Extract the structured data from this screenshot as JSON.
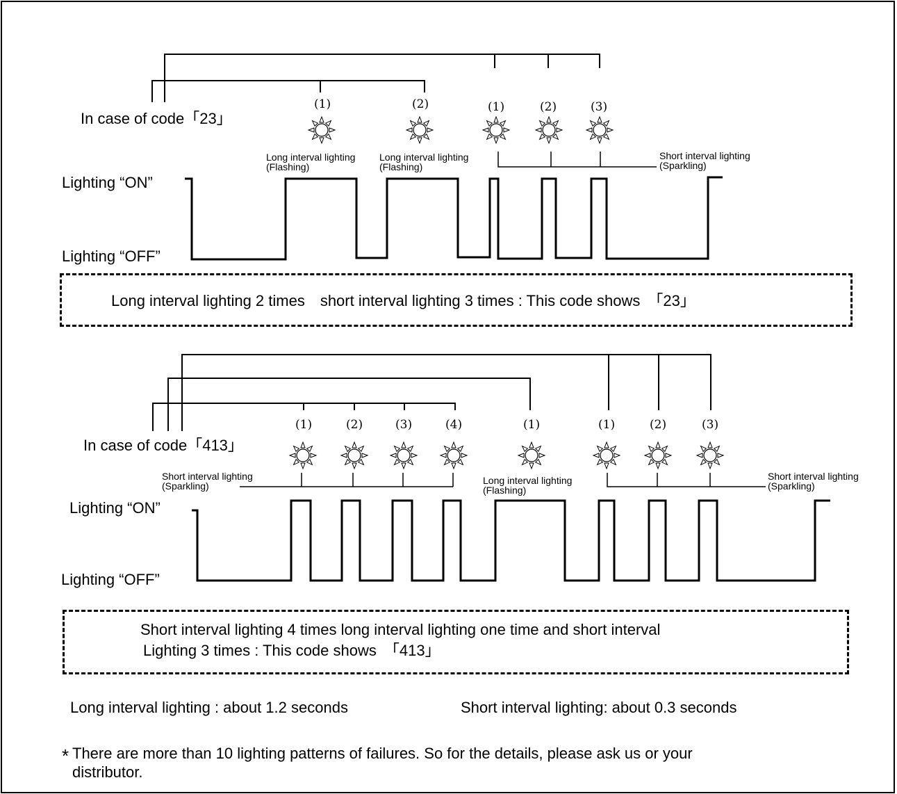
{
  "diagram1": {
    "case_label": "In case of code「23」",
    "on_label": "Lighting “ON”",
    "off_label": "Lighting “OFF”",
    "long_label": "Long interval lighting\n(Flashing)",
    "short_label": "Short interval lighting\n(Sparkling)",
    "long_numbers": [
      "(1)",
      "(2)"
    ],
    "short_numbers": [
      "(1)",
      "(2)",
      "(3)"
    ],
    "summary": "Long interval lighting 2 times　short interval lighting 3 times : This code shows　「23」"
  },
  "diagram2": {
    "case_label": "In case of code「413」",
    "on_label": "Lighting “ON”",
    "off_label": "Lighting “OFF”",
    "short_label_left": "Short interval lighting\n(Sparkling)",
    "long_label": "Long interval lighting\n(Flashing)",
    "short_label_right": "Short interval lighting\n(Sparkling)",
    "group1_numbers": [
      "(1)",
      "(2)",
      "(3)",
      "(4)"
    ],
    "group2_numbers": [
      "(1)"
    ],
    "group3_numbers": [
      "(1)",
      "(2)",
      "(3)"
    ],
    "summary_line1": "Short interval lighting 4 times long interval lighting one time and short interval",
    "summary_line2": "Lighting 3 times : This code shows　「413」"
  },
  "durations": {
    "long": "Long interval lighting : about 1.2 seconds",
    "short": "Short interval lighting: about 0.3 seconds"
  },
  "footnote": {
    "mark": "*",
    "line1": "There are more than 10 lighting patterns of failures. So for the details, please ask us or your",
    "line2": "distributor."
  }
}
